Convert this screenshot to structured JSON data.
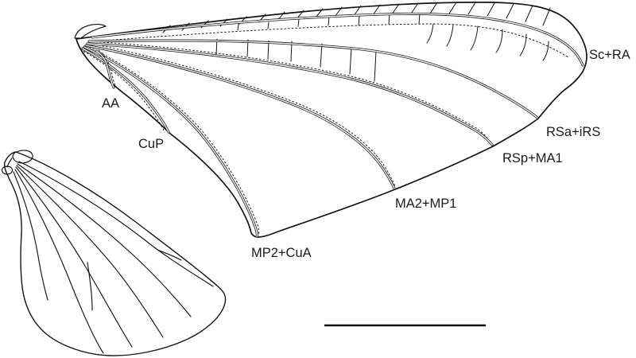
{
  "figure": {
    "kind": "scientific line drawing",
    "subject": "insect wing venation, forewing with labeled veins and smaller hindwing outline",
    "background_color": "#ffffff",
    "line_color": "#141414",
    "label_color": "#1b1b1b",
    "forewing": {
      "labels": {
        "sc_ra": "Sc+RA",
        "rsa_irs": "RSa+iRS",
        "rsp_ma1": "RSp+MA1",
        "ma2_mp1": "MA2+MP1",
        "mp2_cua": "MP2+CuA",
        "cup": "CuP",
        "aa": "AA"
      }
    },
    "hindwing": {
      "labels": {}
    },
    "scale_bar": {
      "present": true,
      "caption": ""
    }
  }
}
